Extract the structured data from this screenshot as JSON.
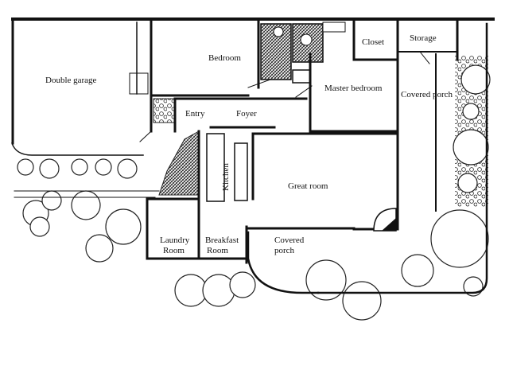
{
  "rooms": {
    "double_garage": "Double garage",
    "bedroom": "Bedroom",
    "closet": "Closet",
    "storage": "Storage",
    "master_bedroom": "Master bedroom",
    "covered_porch_east": "Covered porch",
    "entry": "Entry",
    "foyer": "Foyer",
    "kitchen": "Kitchen",
    "great_room": "Great room",
    "laundry_line1": "Laundry",
    "laundry_line2": "Room",
    "breakfast_line1": "Breakfast",
    "breakfast_line2": "Room",
    "covered_porch_south_line1": "Covered",
    "covered_porch_south_line2": "porch"
  }
}
